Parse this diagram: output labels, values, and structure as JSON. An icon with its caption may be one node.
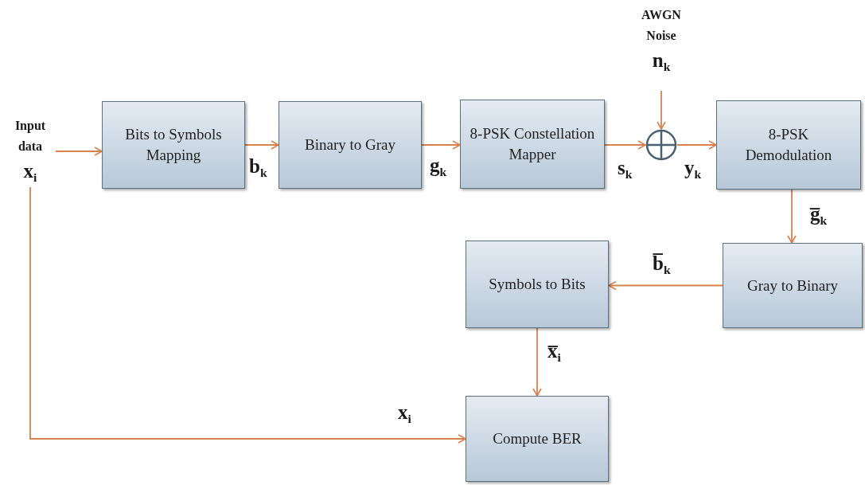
{
  "diagram": {
    "nodes": [
      {
        "text": [
          "Input data",
          "x$_{i}$"
        ]
      },
      {
        "text": [
          "Bits to Symbols Mapping"
        ]
      },
      {
        "text": [
          "Binary to Gray"
        ]
      },
      {
        "text": [
          "8-PSK Constellation Mapper"
        ]
      },
      {
        "text": [],
        "shape": "circle"
      },
      {
        "text": [
          "AWGN Noise",
          "n$_{k}$"
        ]
      },
      {
        "text": [
          "8-PSK Demodulation"
        ]
      },
      {
        "text": [
          "Gray to Binary"
        ]
      },
      {
        "text": [
          "Symbols to Bits"
        ]
      },
      {
        "text": [
          "Compute BER"
        ]
      }
    ],
    "edges": [
      {
        "from": 0,
        "to": 1,
        "arrow": "to"
      },
      {
        "from": 1,
        "to": 2,
        "arrow": "to",
        "label": "b$_{k}$"
      },
      {
        "from": 2,
        "to": 3,
        "arrow": "to",
        "label": "g$_{k}$"
      },
      {
        "from": 3,
        "to": 4,
        "arrow": "to",
        "label": "s$_{k}$"
      },
      {
        "from": 5,
        "to": 4,
        "arrow": "to"
      },
      {
        "from": 4,
        "to": 6,
        "arrow": "to",
        "label": "y$_{k}$"
      },
      {
        "from": 6,
        "to": 7,
        "arrow": "to",
        "label": "g̅$_{k}$"
      },
      {
        "from": 7,
        "to": 8,
        "arrow": "to",
        "label": "b̅$_{k}$"
      },
      {
        "from": 8,
        "to": 9,
        "arrow": "to",
        "label": "x̅$_{i}$"
      },
      {
        "from": 0,
        "to": 9,
        "arrow": "to",
        "label": "x$_{i}$"
      }
    ]
  }
}
